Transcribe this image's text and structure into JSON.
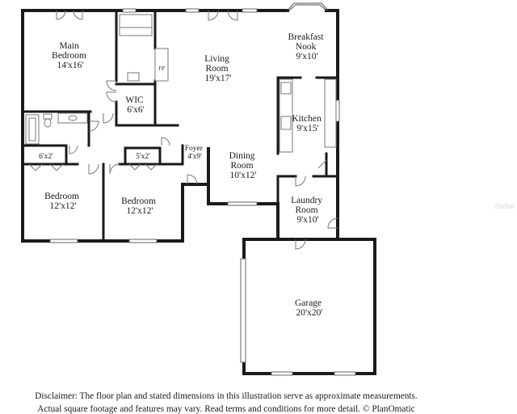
{
  "floor_plan": {
    "rooms": [
      {
        "id": "main-bedroom",
        "name_lines": [
          "Main",
          "Bedroom"
        ],
        "dimensions": "14'x16'"
      },
      {
        "id": "living-room",
        "name_lines": [
          "Living",
          "Room"
        ],
        "dimensions": "19'x17'"
      },
      {
        "id": "breakfast-nook",
        "name_lines": [
          "Breakfast",
          "Nook"
        ],
        "dimensions": "9'x10'"
      },
      {
        "id": "wic",
        "name_lines": [
          "WIC"
        ],
        "dimensions": "6'x6'"
      },
      {
        "id": "kitchen",
        "name_lines": [
          "Kitchen"
        ],
        "dimensions": "9'x15'"
      },
      {
        "id": "closet-1",
        "name_lines": [],
        "dimensions": "6'x2'"
      },
      {
        "id": "closet-2",
        "name_lines": [],
        "dimensions": "5'x2'"
      },
      {
        "id": "foyer",
        "name_lines": [
          "Foyer"
        ],
        "dimensions": "4'x9'"
      },
      {
        "id": "dining-room",
        "name_lines": [
          "Dining",
          "Room"
        ],
        "dimensions": "10'x12'"
      },
      {
        "id": "bedroom-1",
        "name_lines": [
          "Bedroom"
        ],
        "dimensions": "12'x12'"
      },
      {
        "id": "bedroom-2",
        "name_lines": [
          "Bedroom"
        ],
        "dimensions": "12'x12'"
      },
      {
        "id": "laundry-room",
        "name_lines": [
          "Laundry",
          "Room"
        ],
        "dimensions": "9'x10'"
      },
      {
        "id": "garage",
        "name_lines": [
          "Garage"
        ],
        "dimensions": "20'x20'"
      }
    ],
    "fireplace_label": "FP"
  },
  "disclaimer": {
    "line1": "Disclaimer: The floor plan and stated dimensions in this illustration serve as approximate measurements.",
    "line2": "Actual square footage and features may vary. Read terms and conditions for more detail. © PlanOmatic"
  },
  "watermark": "Stellar"
}
